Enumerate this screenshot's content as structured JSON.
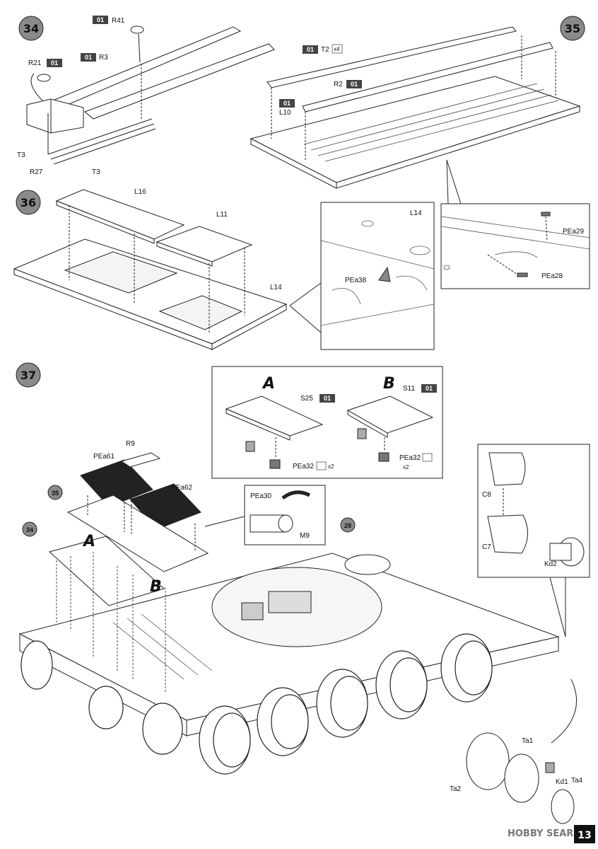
{
  "steps": [
    {
      "number": "34"
    },
    {
      "number": "35"
    },
    {
      "number": "36"
    },
    {
      "number": "37"
    }
  ],
  "refs": {
    "r35": "35",
    "r34": "34",
    "r28": "28"
  },
  "sprue_tag": "01",
  "labels": {
    "R41": "R41",
    "R21": "R21",
    "R3": "R3",
    "T3a": "T3",
    "R27": "R27",
    "T3b": "T3",
    "T2": "T2",
    "T2_qty": "x4",
    "R2": "R2",
    "L10": "L10",
    "L16": "L16",
    "L11": "L11",
    "L14a": "L14",
    "L14b": "L14",
    "PEa38": "PEa38",
    "PEa29": "PEa29",
    "PEa28": "PEa28",
    "S25": "S25",
    "S11": "S11",
    "PEa32a": "PEa32",
    "PEa32b": "PEa32",
    "qty2a": "x2",
    "qty2b": "x2",
    "R9": "R9",
    "PEa61": "PEa61",
    "PEa62": "PEa62",
    "PEa30": "PEa30",
    "M9": "M9",
    "C8": "C8",
    "C7": "C7",
    "Kd2": "Kd2",
    "Ta1": "Ta1",
    "Ta2": "Ta2",
    "Kd1": "Kd1",
    "Ta4": "Ta4"
  },
  "variants": {
    "A": "A",
    "B": "B"
  },
  "footer": {
    "brand": "HOBBY SEARCH",
    "page": "13"
  }
}
